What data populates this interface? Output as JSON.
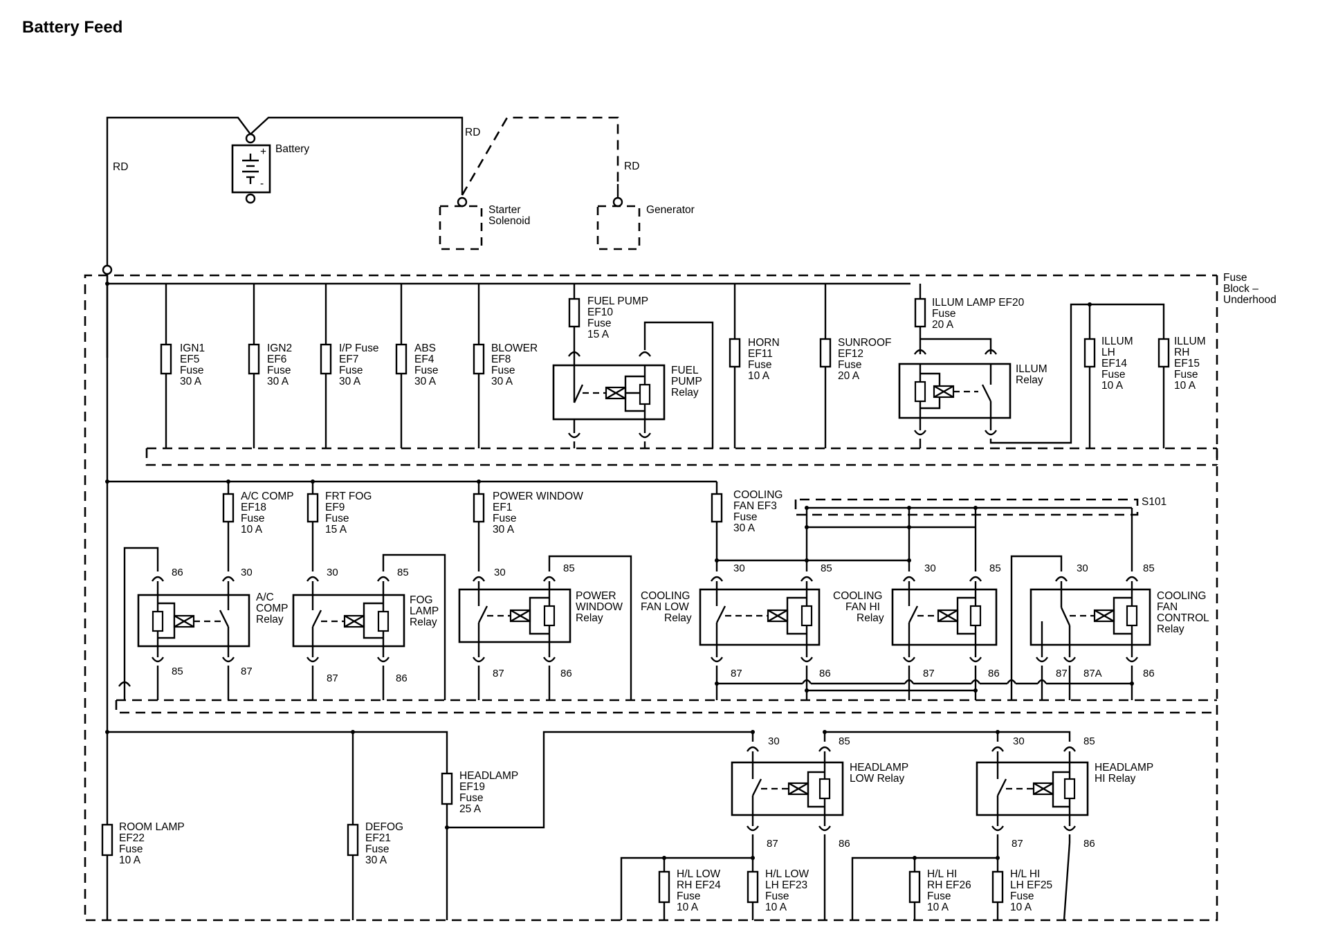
{
  "title": "Battery Feed",
  "wire_labels": {
    "rd_left": "RD",
    "rd_top": "RD",
    "rd_right": "RD"
  },
  "components": {
    "battery": [
      "Battery"
    ],
    "starter": [
      "Starter",
      "Solenoid"
    ],
    "generator": [
      "Generator"
    ],
    "fuse_block": [
      "Fuse",
      "Block –",
      "Underhood"
    ],
    "splice": [
      "S101"
    ],
    "battery_plus": "+",
    "battery_minus": "-"
  },
  "fuses": {
    "ign1": [
      "IGN1",
      "EF5",
      "Fuse",
      "30 A"
    ],
    "ign2": [
      "IGN2",
      "EF6",
      "Fuse",
      "30 A"
    ],
    "ip": [
      "I/P Fuse",
      "EF7",
      "Fuse",
      "30 A"
    ],
    "abs": [
      "ABS",
      "EF4",
      "Fuse",
      "30 A"
    ],
    "blower": [
      "BLOWER",
      "EF8",
      "Fuse",
      "30 A"
    ],
    "fuelpump": [
      "FUEL PUMP",
      "EF10",
      "Fuse",
      "15 A"
    ],
    "horn": [
      "HORN",
      "EF11",
      "Fuse",
      "10 A"
    ],
    "sunroof": [
      "SUNROOF",
      "EF12",
      "Fuse",
      "20 A"
    ],
    "illum_lamp": [
      "ILLUM LAMP EF20",
      "Fuse",
      "20 A"
    ],
    "illum_lh": [
      "ILLUM",
      "LH",
      "EF14",
      "Fuse",
      "10 A"
    ],
    "illum_rh": [
      "ILLUM",
      "RH",
      "EF15",
      "Fuse",
      "10 A"
    ],
    "ac_comp": [
      "A/C COMP",
      "EF18",
      "Fuse",
      "10 A"
    ],
    "frt_fog": [
      "FRT FOG",
      "EF9",
      "Fuse",
      "15 A"
    ],
    "power_window": [
      "POWER WINDOW",
      "EF1",
      "Fuse",
      "30 A"
    ],
    "cooling_fan": [
      "COOLING",
      "FAN EF3",
      "Fuse",
      "30 A"
    ],
    "headlamp": [
      "HEADLAMP",
      "EF19",
      "Fuse",
      "25 A"
    ],
    "room_lamp": [
      "ROOM LAMP",
      "EF22",
      "Fuse",
      "10 A"
    ],
    "defog": [
      "DEFOG",
      "EF21",
      "Fuse",
      "30 A"
    ],
    "hl_low_rh": [
      "H/L LOW",
      "RH EF24",
      "Fuse",
      "10 A"
    ],
    "hl_low_lh": [
      "H/L LOW",
      "LH EF23",
      "Fuse",
      "10 A"
    ],
    "hl_hi_rh": [
      "H/L HI",
      "RH EF26",
      "Fuse",
      "10 A"
    ],
    "hl_hi_lh": [
      "H/L HI",
      "LH EF25",
      "Fuse",
      "10 A"
    ]
  },
  "relays": {
    "fuel_pump": [
      "FUEL",
      "PUMP",
      "Relay"
    ],
    "illum": [
      "ILLUM",
      "Relay"
    ],
    "ac_comp": [
      "A/C",
      "COMP",
      "Relay"
    ],
    "fog_lamp": [
      "FOG",
      "LAMP",
      "Relay"
    ],
    "power_window": [
      "POWER",
      "WINDOW",
      "Relay"
    ],
    "cooling_low": [
      "COOLING",
      "FAN LOW",
      "Relay"
    ],
    "cooling_hi": [
      "COOLING",
      "FAN HI",
      "Relay"
    ],
    "cooling_ctrl": [
      "COOLING",
      "FAN",
      "CONTROL",
      "Relay"
    ],
    "headlamp_low": [
      "HEADLAMP",
      "LOW Relay"
    ],
    "headlamp_hi": [
      "HEADLAMP",
      "HI Relay"
    ]
  },
  "pins": {
    "p30": "30",
    "p85": "85",
    "p86": "86",
    "p87": "87",
    "p87a": "87A"
  }
}
